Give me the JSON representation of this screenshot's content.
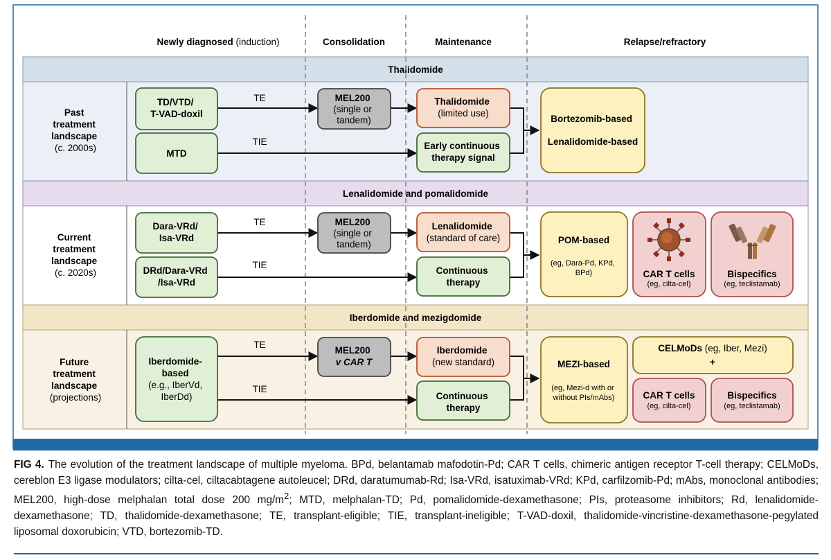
{
  "columns": {
    "newly_diagnosed_bold": "Newly diagnosed",
    "newly_diagnosed_rest": "(induction)",
    "consolidation": "Consolidation",
    "maintenance": "Maintenance",
    "relapse": "Relapse/refractory"
  },
  "bands": {
    "thalidomide": "Thalidomide",
    "lenalidomide_pomalidomide": "Lenalidomide and pomalidomide",
    "iberdomide_mezigdomide": "Iberdomide and mezigdomide"
  },
  "colors": {
    "band_blue": "#d3e0ea",
    "band_purple": "#e6dcee",
    "band_tan": "#f3e6c6",
    "panel_blue": "#ecf0f6",
    "panel_white": "#ffffff",
    "panel_beige": "#f8f1e4",
    "green_fill": "#e1efd6",
    "green_border": "#3f6b36",
    "grey_fill": "#bdbdbd",
    "grey_border": "#444444",
    "salmon_fill": "#f8dccc",
    "salmon_border": "#b8522e",
    "yellow_fill": "#fdf1c0",
    "yellow_border": "#8a7425",
    "pink_fill": "#f2d0d0",
    "pink_border": "#b04f4f",
    "frame_blue": "#1f6aa5"
  },
  "past": {
    "row_label": [
      "Past",
      "treatment",
      "landscape",
      "(c. 2000s)"
    ],
    "te_regimen": [
      "TD/VTD/",
      "T-VAD-doxil"
    ],
    "tie_regimen": [
      "MTD"
    ],
    "te_label": "TE",
    "tie_label": "TIE",
    "consolidation": [
      "MEL200",
      "(single or",
      "tandem)"
    ],
    "maintenance_te": [
      "Thalidomide",
      "(limited use)"
    ],
    "maintenance_tie": [
      "Early continuous",
      "therapy signal"
    ],
    "relapse": [
      "Bortezomib-based",
      "Lenalidomide-based"
    ]
  },
  "current": {
    "row_label": [
      "Current",
      "treatment",
      "landscape",
      "(c. 2020s)"
    ],
    "te_regimen": [
      "Dara-VRd/",
      "Isa-VRd"
    ],
    "tie_regimen": [
      "DRd/Dara-VRd",
      "/Isa-VRd"
    ],
    "te_label": "TE",
    "tie_label": "TIE",
    "consolidation": [
      "MEL200",
      "(single or",
      "tandem)"
    ],
    "maintenance_te": [
      "Lenalidomide",
      "(standard of care)"
    ],
    "maintenance_tie": [
      "Continuous",
      "therapy"
    ],
    "relapse_pom": {
      "title": "POM-based",
      "detail": [
        "(eg, Dara-Pd, KPd,",
        "BPd)"
      ]
    },
    "car_t": {
      "title": "CAR T cells",
      "detail": "(eg, cilta-cel)"
    },
    "bispecifics": {
      "title": "Bispecifics",
      "detail": "(eg, teclistamab)"
    }
  },
  "future": {
    "row_label": [
      "Future",
      "treatment",
      "landscape",
      "(projections)"
    ],
    "regimen": [
      "Iberdomide-",
      "based",
      "(e.g., IberVd,",
      "IberDd)"
    ],
    "te_label": "TE",
    "tie_label": "TIE",
    "consolidation": [
      "MEL200",
      "v CAR T"
    ],
    "maintenance_te": [
      "Iberdomide",
      "(new standard)"
    ],
    "maintenance_tie": [
      "Continuous",
      "therapy"
    ],
    "relapse_mezi": {
      "title": "MEZI-based",
      "detail": [
        "(eg, Mezi-d with or",
        "without PIs/mAbs)"
      ]
    },
    "celmods": {
      "title": "CELMoDs",
      "detail": "(eg, Iber, Mezi)",
      "plus": "+"
    },
    "car_t": {
      "title": "CAR T cells",
      "detail": "(eg, cilta-cel)"
    },
    "bispecifics": {
      "title": "Bispecifics",
      "detail": "(eg, teclistamab)"
    }
  },
  "caption": {
    "label": "FIG 4.",
    "text_before_superscript": "The evolution of the treatment landscape of multiple myeloma. BPd, belantamab mafodotin-Pd; CAR T cells, chimeric antigen receptor T-cell therapy; CELMoDs, cereblon E3 ligase modulators; cilta-cel, ciltacabtagene autoleucel; DRd, daratumumab-Rd; Isa-VRd, isatuximab-VRd; KPd, carfilzomib-Pd; mAbs, monoclonal antibodies; MEL200, high-dose melphalan total dose 200 mg/m",
    "superscript": "2",
    "text_after_superscript": "; MTD, melphalan-TD; Pd, pomalidomide-dexamethasone; PIs, proteasome inhibitors; Rd, lenalidomide-dexamethasone; TD, thalidomide-dexamethasone; TE, transplant-eligible; TIE, transplant-ineligible; T-VAD-doxil, thalidomide-vincristine-dexamethasone-pegylated liposomal doxorubicin; VTD, bortezomib-TD."
  }
}
